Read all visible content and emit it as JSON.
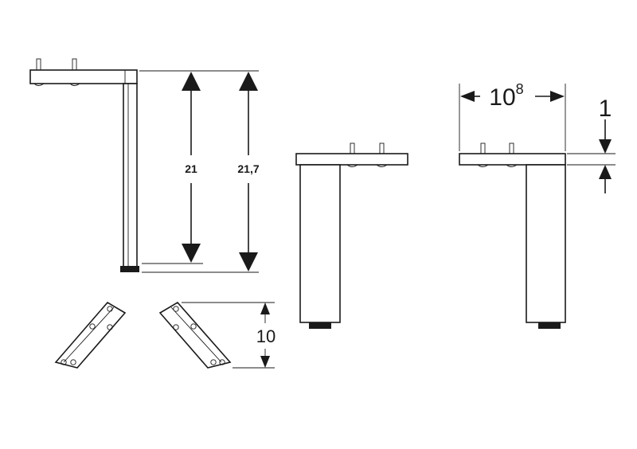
{
  "dimensions": {
    "height_inner": "21",
    "height_total": "21,7",
    "bracket_height": "10",
    "width_main": "10",
    "width_sup": "8",
    "plate_thickness": "1"
  }
}
